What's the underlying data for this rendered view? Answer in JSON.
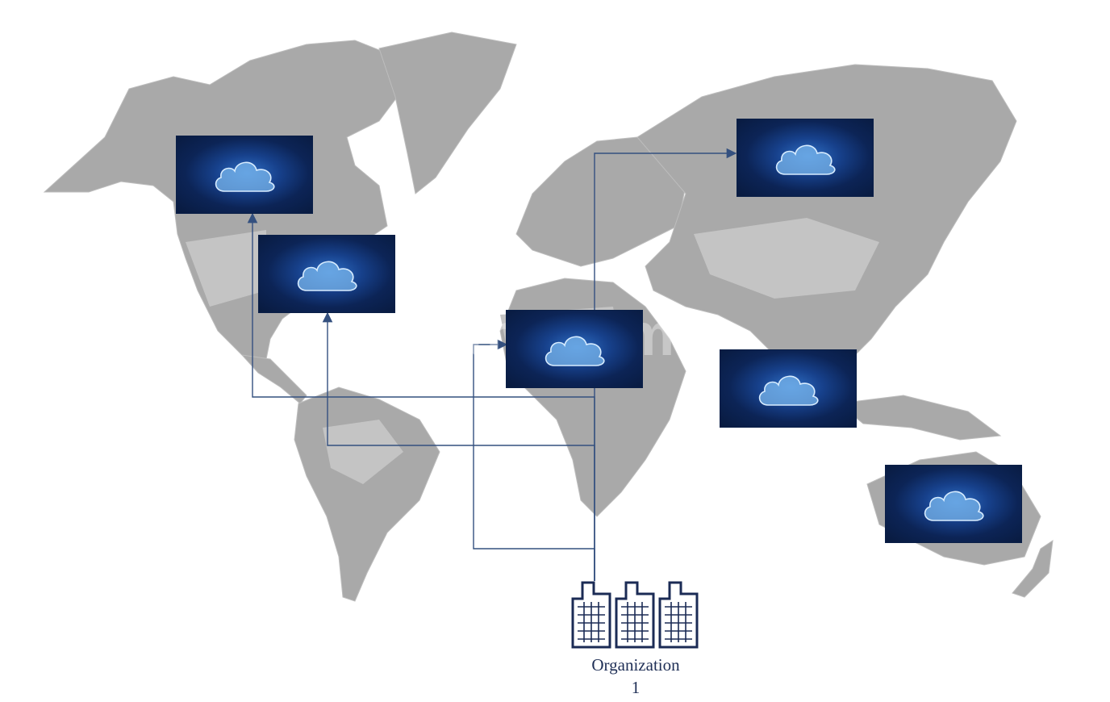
{
  "diagram": {
    "organization": {
      "name": "Organization",
      "number": "1"
    },
    "icons": {
      "map": "world-map",
      "cloud": "cloud-icon",
      "building": "office-building-icon"
    },
    "colors": {
      "connector": "#34507f",
      "tile_dark": "#081a3e",
      "tile_glow": "#2f6fc4",
      "cloud_fill": "#7ab7ee",
      "land": "#a9a9a9",
      "building_stroke": "#1b2b55"
    },
    "regions": [
      {
        "id": "north-america-west",
        "connected": true
      },
      {
        "id": "north-america-east",
        "connected": true
      },
      {
        "id": "africa-north",
        "connected": true
      },
      {
        "id": "russia",
        "connected": true
      },
      {
        "id": "south-asia",
        "connected": false
      },
      {
        "id": "australia",
        "connected": false
      }
    ]
  }
}
